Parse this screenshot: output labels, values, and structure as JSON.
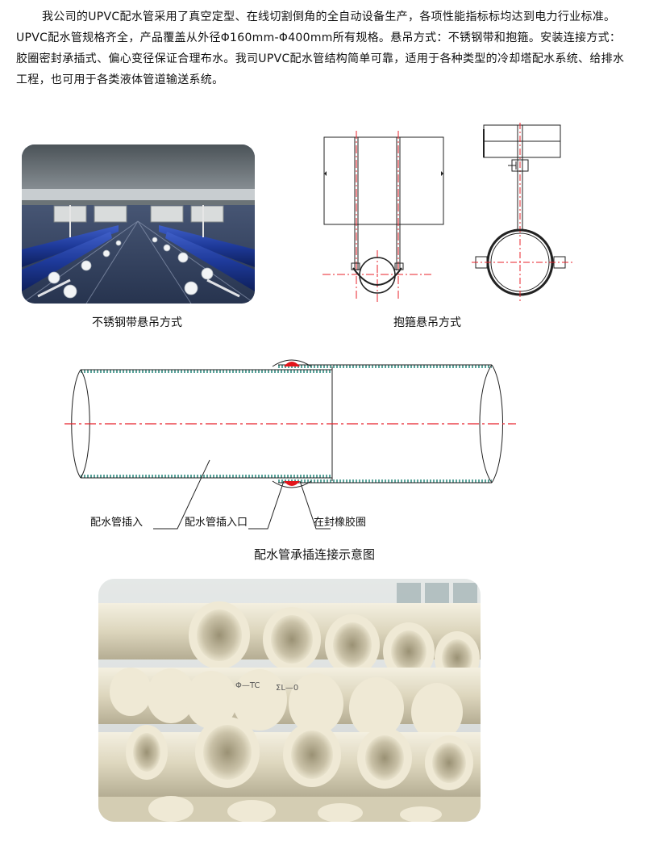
{
  "intro": "我公司的UPVC配水管采用了真空定型、在线切割倒角的全自动设备生产，各项性能指标标均达到电力行业标准。UPVC配水管规格齐全，产品覆盖从外径Φ160mm-Φ400mm所有规格。悬吊方式：不锈钢带和抱箍。安装连接方式：胶圈密封承插式、偏心变径保证合理布水。我司UPVC配水管结构简单可靠，适用于各种类型的冷却塔配水系统、给排水工程，也可用于各类液体管道输送系统。",
  "captions": {
    "stainless_band": "不锈钢带悬吊方式",
    "hoop": "抱箍悬吊方式",
    "connection": "配水管承插连接示意图"
  },
  "labels": {
    "spigot": "配水管插入",
    "socket": "配水管插入口",
    "seal_ring": "在封橡胶圈"
  },
  "pipe_markings": {
    "left": "Φ—TC",
    "right": "ΣL—0"
  },
  "colors": {
    "centerline": "#e8202a",
    "pipe_wall": "#5aa39a",
    "rubber_ring": "#e3151b",
    "pipe_body": "#e9e3cc",
    "pipe_inner": "#b9b095"
  }
}
